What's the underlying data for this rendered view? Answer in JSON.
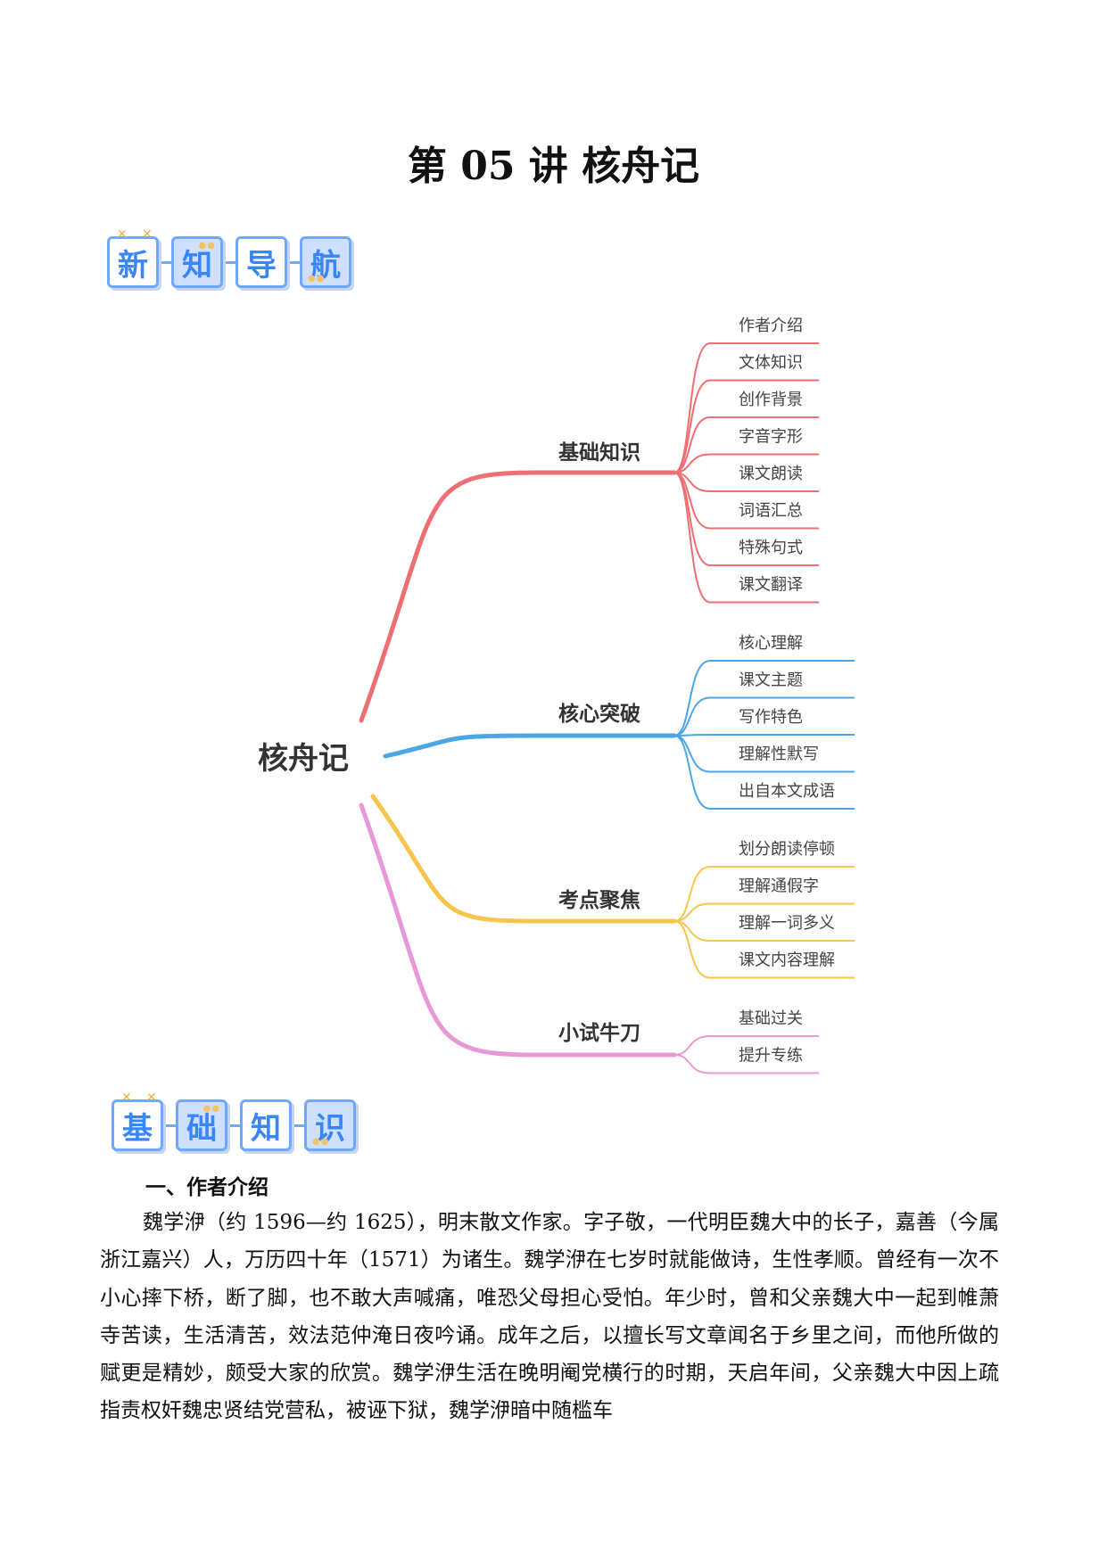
{
  "document": {
    "title": "第 05 讲 核舟记"
  },
  "banners": {
    "nav": [
      "新",
      "知",
      "导",
      "航"
    ],
    "basics": [
      "基",
      "础",
      "知",
      "识"
    ]
  },
  "mindmap": {
    "root": "核舟记",
    "branches": [
      {
        "label": "基础知识",
        "color": "#ee6f73",
        "children": [
          "作者介绍",
          "文体知识",
          "创作背景",
          "字音字形",
          "课文朗读",
          "词语汇总",
          "特殊句式",
          "课文翻译"
        ]
      },
      {
        "label": "核心突破",
        "color": "#4ca6e6",
        "children": [
          "核心理解",
          "课文主题",
          "写作特色",
          "理解性默写",
          "出自本文成语"
        ]
      },
      {
        "label": "考点聚焦",
        "color": "#f6c54b",
        "children": [
          "划分朗读停顿",
          "理解通假字",
          "理解一词多义",
          "课文内容理解"
        ]
      },
      {
        "label": "小试牛刀",
        "color": "#e898d6",
        "children": [
          "基础过关",
          "提升专练"
        ]
      }
    ]
  },
  "section": {
    "heading": "一、作者介绍",
    "paragraph": "魏学洢（约 1596—约 1625），明末散文作家。字子敬，一代明臣魏大中的长子，嘉善（今属浙江嘉兴）人，万历四十年（1571）为诸生。魏学洢在七岁时就能做诗，生性孝顺。曾经有一次不小心摔下桥，断了脚，也不敢大声喊痛，唯恐父母担心受怕。年少时，曾和父亲魏大中一起到帷萧寺苦读，生活清苦，效法范仲淹日夜吟诵。成年之后，以擅长写文章闻名于乡里之间，而他所做的赋更是精妙，颇受大家的欣赏。魏学洢生活在晚明阉党横行的时期，天启年间，父亲魏大中因上疏指责权奸魏忠贤结党营私，被诬下狱，魏学洢暗中随槛车"
  }
}
